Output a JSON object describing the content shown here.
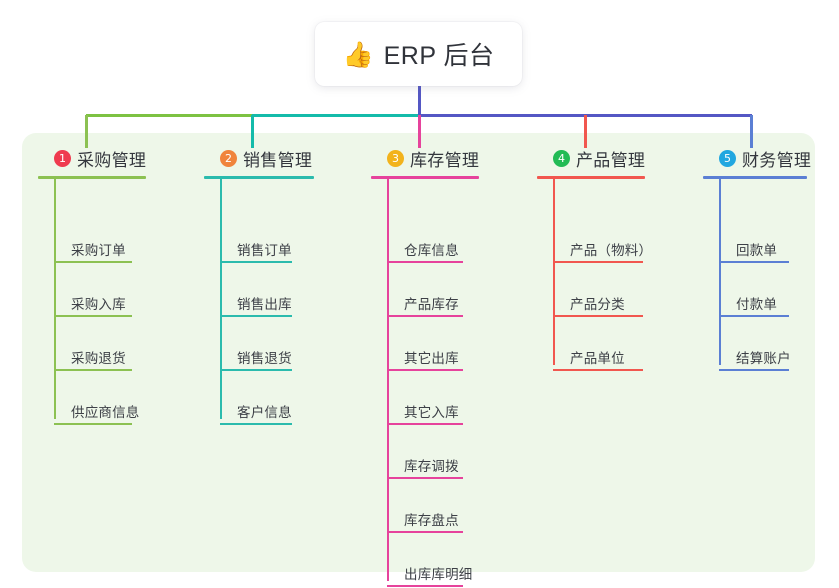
{
  "diagram": {
    "title": "ERP 后台 功能结构图",
    "root": {
      "icon": "thumbs-up-icon",
      "icon_glyph": "👍",
      "label": "ERP 后台"
    },
    "panel_color": "#eef7e9",
    "root_stem_color": "#5457c4",
    "bus_segments": [
      {
        "color": "#7dc242"
      },
      {
        "color": "#14bbaa"
      },
      {
        "color": "#5457c4"
      }
    ],
    "columns": [
      {
        "index": "1",
        "badge_color": "#ef3b4f",
        "color": "#8cc152",
        "drop_color": "#8cc152",
        "title": "采购管理",
        "children": [
          "采购订单",
          "采购入库",
          "采购退货",
          "供应商信息"
        ]
      },
      {
        "index": "2",
        "badge_color": "#f0843c",
        "color": "#2bbbad",
        "drop_color": "#14bbaa",
        "title": "销售管理",
        "children": [
          "销售订单",
          "销售出库",
          "销售退货",
          "客户信息"
        ]
      },
      {
        "index": "3",
        "badge_color": "#f2b31c",
        "color": "#e6439c",
        "drop_color": "#e6439c",
        "title": "库存管理",
        "children": [
          "仓库信息",
          "产品库存",
          "其它出库",
          "其它入库",
          "库存调拨",
          "库存盘点",
          "出库库明细"
        ]
      },
      {
        "index": "4",
        "badge_color": "#22bb55",
        "color": "#f1574f",
        "drop_color": "#f1574f",
        "title": "产品管理",
        "children": [
          "产品（物料）",
          "产品分类",
          "产品单位"
        ]
      },
      {
        "index": "5",
        "badge_color": "#21a7e0",
        "color": "#5b7fd4",
        "drop_color": "#5b7fd4",
        "title": "财务管理",
        "children": [
          "回款单",
          "付款单",
          "结算账户"
        ]
      }
    ]
  }
}
